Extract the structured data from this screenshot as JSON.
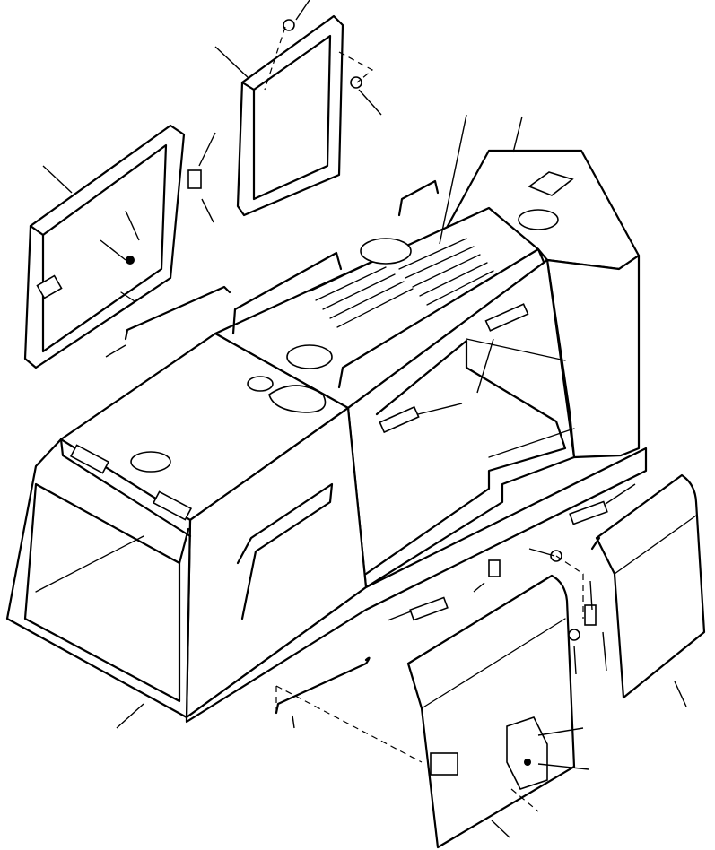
{
  "diagram": {
    "kind": "exploded parts view",
    "parts": [
      {
        "id": "left-door-panel",
        "icon": "door-frame-icon"
      },
      {
        "id": "top-door-panel",
        "icon": "door-frame-icon"
      },
      {
        "id": "hood-body",
        "icon": "engine-hood-icon"
      },
      {
        "id": "side-panel-right",
        "icon": "side-cover-icon"
      },
      {
        "id": "side-panel-front",
        "icon": "side-cover-icon"
      },
      {
        "id": "hinge",
        "icon": "hinge-icon"
      },
      {
        "id": "latch-plate",
        "icon": "latch-icon"
      },
      {
        "id": "bolt",
        "icon": "bolt-icon"
      },
      {
        "id": "support-rod",
        "icon": "rod-icon"
      }
    ],
    "leader_count": 24
  }
}
